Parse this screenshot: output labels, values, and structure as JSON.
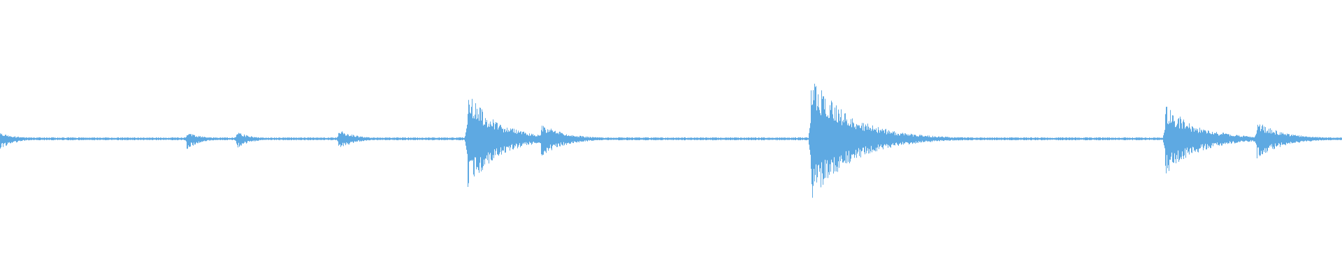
{
  "waveform": {
    "color": "#5ea9e2",
    "background": "#ffffff",
    "baseline_amplitude": 0.012,
    "bursts": [
      {
        "time": 0.0,
        "attack": 0.002,
        "peak_up": 0.06,
        "peak_down": 0.09,
        "decay": 0.012
      },
      {
        "time": 0.098,
        "attack": 0.002,
        "peak_up": 0.01,
        "peak_down": 0.01,
        "decay": 0.004
      },
      {
        "time": 0.139,
        "attack": 0.002,
        "peak_up": 0.07,
        "peak_down": 0.1,
        "decay": 0.01
      },
      {
        "time": 0.176,
        "attack": 0.002,
        "peak_up": 0.07,
        "peak_down": 0.09,
        "decay": 0.01
      },
      {
        "time": 0.252,
        "attack": 0.002,
        "peak_up": 0.09,
        "peak_down": 0.1,
        "decay": 0.012
      },
      {
        "time": 0.348,
        "attack": 0.002,
        "peak_up": 0.44,
        "peak_down": 0.47,
        "decay": 0.022
      },
      {
        "time": 0.403,
        "attack": 0.002,
        "peak_up": 0.14,
        "peak_down": 0.16,
        "decay": 0.018
      },
      {
        "time": 0.604,
        "attack": 0.002,
        "peak_up": 0.57,
        "peak_down": 0.58,
        "decay": 0.03
      },
      {
        "time": 0.868,
        "attack": 0.002,
        "peak_up": 0.31,
        "peak_down": 0.33,
        "decay": 0.025
      },
      {
        "time": 0.936,
        "attack": 0.002,
        "peak_up": 0.16,
        "peak_down": 0.18,
        "decay": 0.02
      },
      {
        "time": 0.962,
        "attack": 0.002,
        "peak_up": 0.04,
        "peak_down": 0.05,
        "decay": 0.01
      }
    ]
  }
}
